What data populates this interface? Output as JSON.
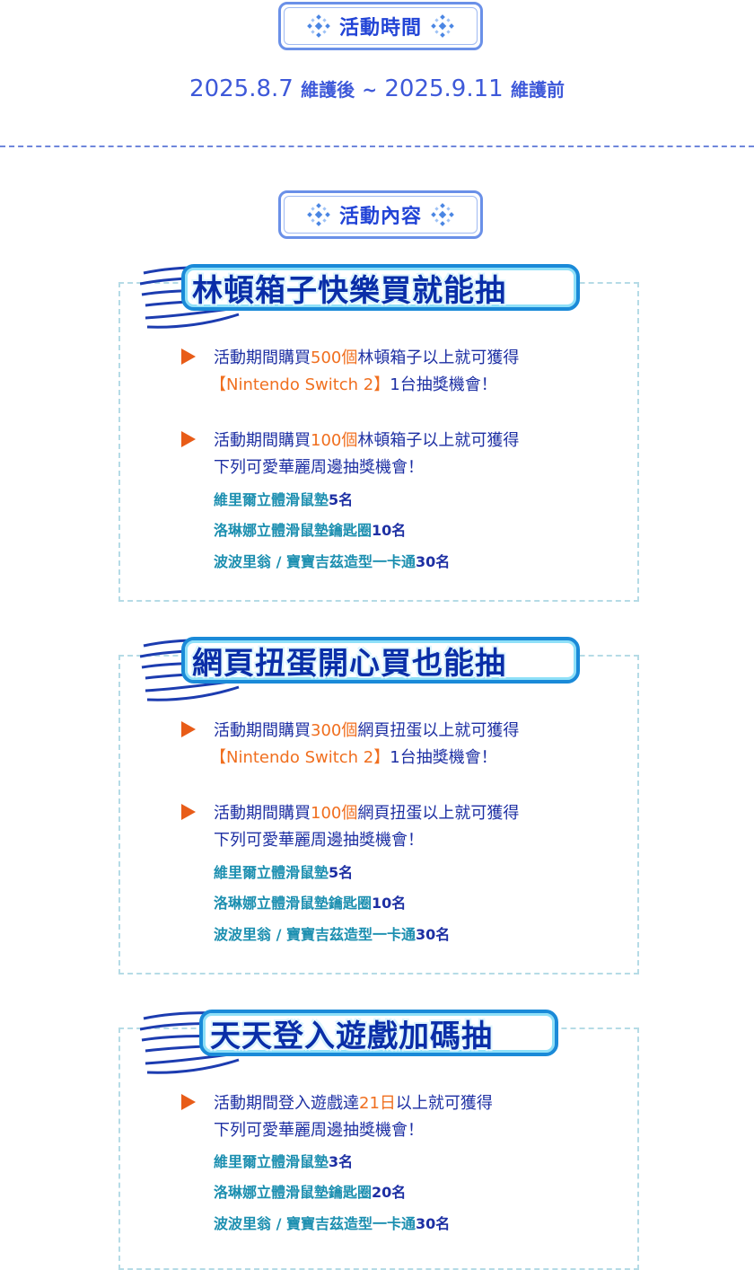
{
  "time_section": {
    "title": "活動時間",
    "start_date": "2025.8.7",
    "start_note": "維護後",
    "separator": "~",
    "end_date": "2025.9.11",
    "end_note": "維護前"
  },
  "content_section": {
    "title": "活動內容"
  },
  "cards": [
    {
      "banner": "林頓箱子快樂買就能抽",
      "item1": {
        "a": "活動期間購買",
        "num": "500個",
        "b": "林頓箱子以上就可獲得",
        "line2a": "【Nintendo Switch 2】",
        "line2b": "1台抽獎機會！"
      },
      "item2": {
        "a": "活動期間購買",
        "num": "100個",
        "b": "林頓箱子以上就可獲得",
        "line2": "下列可愛華麗周邊抽獎機會！"
      },
      "prizes": [
        {
          "name": "維里爾立體滑鼠墊",
          "count": "5名"
        },
        {
          "name": "洛琳娜立體滑鼠墊鑰匙圈",
          "count": "10名"
        },
        {
          "name": "波波里翁 / 寶寶吉茲造型一卡通",
          "count": "30名"
        }
      ]
    },
    {
      "banner": "網頁扭蛋開心買也能抽",
      "item1": {
        "a": "活動期間購買",
        "num": "300個",
        "b": "網頁扭蛋以上就可獲得",
        "line2a": "【Nintendo Switch 2】",
        "line2b": "1台抽獎機會！"
      },
      "item2": {
        "a": "活動期間購買",
        "num": "100個",
        "b": "網頁扭蛋以上就可獲得",
        "line2": "下列可愛華麗周邊抽獎機會！"
      },
      "prizes": [
        {
          "name": "維里爾立體滑鼠墊",
          "count": "5名"
        },
        {
          "name": "洛琳娜立體滑鼠墊鑰匙圈",
          "count": "10名"
        },
        {
          "name": "波波里翁 / 寶寶吉茲造型一卡通",
          "count": "30名"
        }
      ]
    },
    {
      "banner": "天天登入遊戲加碼抽",
      "item1": {
        "a": "活動期間登入遊戲達",
        "num": "21日",
        "b": "以上就可獲得",
        "line2": "下列可愛華麗周邊抽獎機會！"
      },
      "prizes": [
        {
          "name": "維里爾立體滑鼠墊",
          "count": "3名"
        },
        {
          "name": "洛琳娜立體滑鼠墊鑰匙圈",
          "count": "20名"
        },
        {
          "name": "波波里翁 / 寶寶吉茲造型一卡通",
          "count": "30名"
        }
      ]
    }
  ]
}
